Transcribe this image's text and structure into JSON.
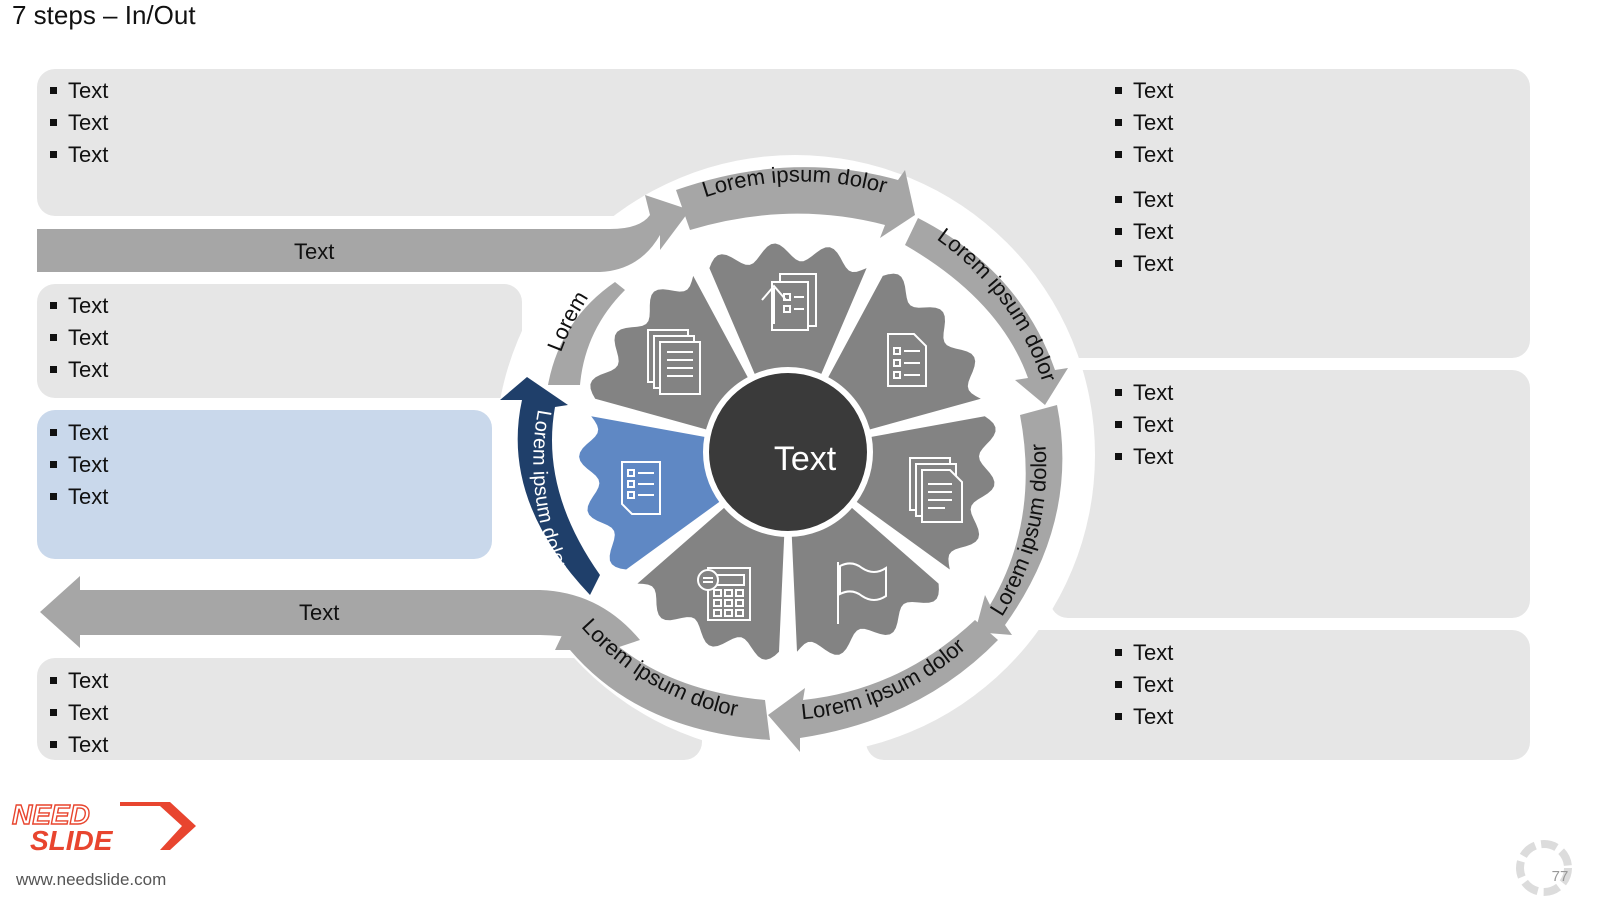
{
  "title": "7 steps – In/Out",
  "center_label": "Text",
  "input_arrow_label": "Text",
  "output_arrow_label": "Text",
  "ring_labels": {
    "top": "Lorem ipsum dolor",
    "upper_right": "Lorem ipsum dolor",
    "right": "Lorem ipsum dolor",
    "lower_right": "Lorem ipsum dolor",
    "bottom": "Lorem ipsum dolor",
    "left_active": "Lorem ipsum dolor",
    "upper_left": "Lorem"
  },
  "panels": {
    "left_1": [
      "Text",
      "Text",
      "Text"
    ],
    "left_2": [
      "Text",
      "Text",
      "Text"
    ],
    "left_3": [
      "Text",
      "Text",
      "Text"
    ],
    "left_4": [
      "Text",
      "Text",
      "Text"
    ],
    "right_1": [
      "Text",
      "Text",
      "Text"
    ],
    "right_2": [
      "Text",
      "Text",
      "Text"
    ],
    "right_3": [
      "Text",
      "Text",
      "Text"
    ],
    "right_4": [
      "Text",
      "Text",
      "Text"
    ]
  },
  "segment_icons": [
    "documents-stack-icon",
    "checklist-upload-icon",
    "checklist-document-icon",
    "report-stack-icon",
    "flag-icon",
    "calculator-icon",
    "checklist-icon-active"
  ],
  "colors": {
    "segment": "#838383",
    "segment_active": "#5f88c4",
    "center": "#3a3a3a",
    "ring_arrow": "#a6a6a6",
    "ring_arrow_active": "#1f3f6a",
    "panel": "#e6e6e6",
    "panel_active": "#c9d8eb"
  },
  "logo": {
    "line1": "NEED",
    "line2": "SLIDE"
  },
  "website": "www.needslide.com",
  "page_number": "77"
}
